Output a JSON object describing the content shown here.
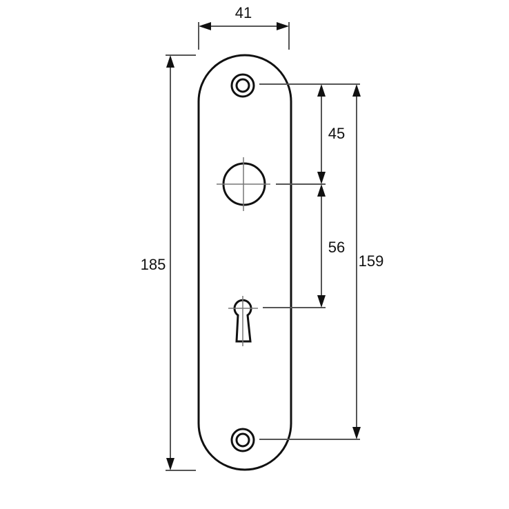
{
  "diagram": {
    "type": "technical-drawing",
    "subject": "door-escutcheon-plate",
    "units": "mm",
    "colors": {
      "line": "#111111",
      "dimension_line": "#555555",
      "centerline": "#777777",
      "background": "#ffffff"
    },
    "dimensions": {
      "width": {
        "label": "41",
        "value": 41
      },
      "total_height": {
        "label": "185",
        "value": 185
      },
      "screw_to_handle": {
        "label": "45",
        "value": 45
      },
      "handle_to_keyhole": {
        "label": "56",
        "value": 56
      },
      "screw_to_screw": {
        "label": "159",
        "value": 159
      }
    },
    "features": [
      {
        "name": "top screw hole"
      },
      {
        "name": "handle spindle hole"
      },
      {
        "name": "keyhole"
      },
      {
        "name": "bottom screw hole"
      }
    ]
  }
}
